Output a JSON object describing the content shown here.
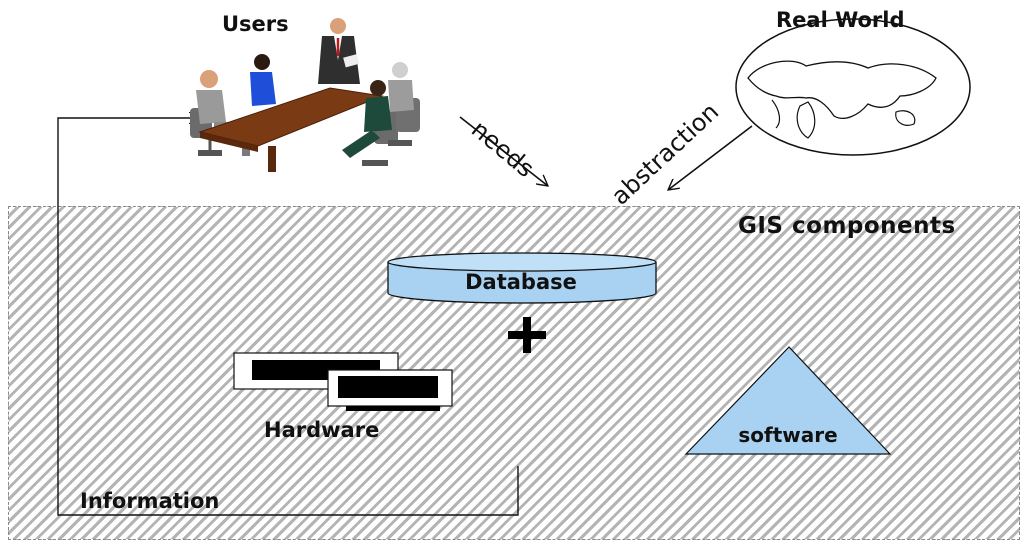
{
  "diagram": {
    "users_title": "Users",
    "real_world_title": "Real World",
    "gis_components_title": "GIS components",
    "database_label": "Database",
    "plus_symbol": "+",
    "hardware_label": "Hardware",
    "software_label": "software",
    "information_label": "Information",
    "needs_label": "needs",
    "abstraction_label": "abstraction"
  },
  "colors": {
    "component_fill": "#a9d2f2",
    "hatch": "#b4b4b4",
    "globe_land": "#ffffff",
    "table": "#7a3a14"
  },
  "icons": [
    "meeting-users-icon",
    "globe-icon",
    "computer-icon"
  ]
}
